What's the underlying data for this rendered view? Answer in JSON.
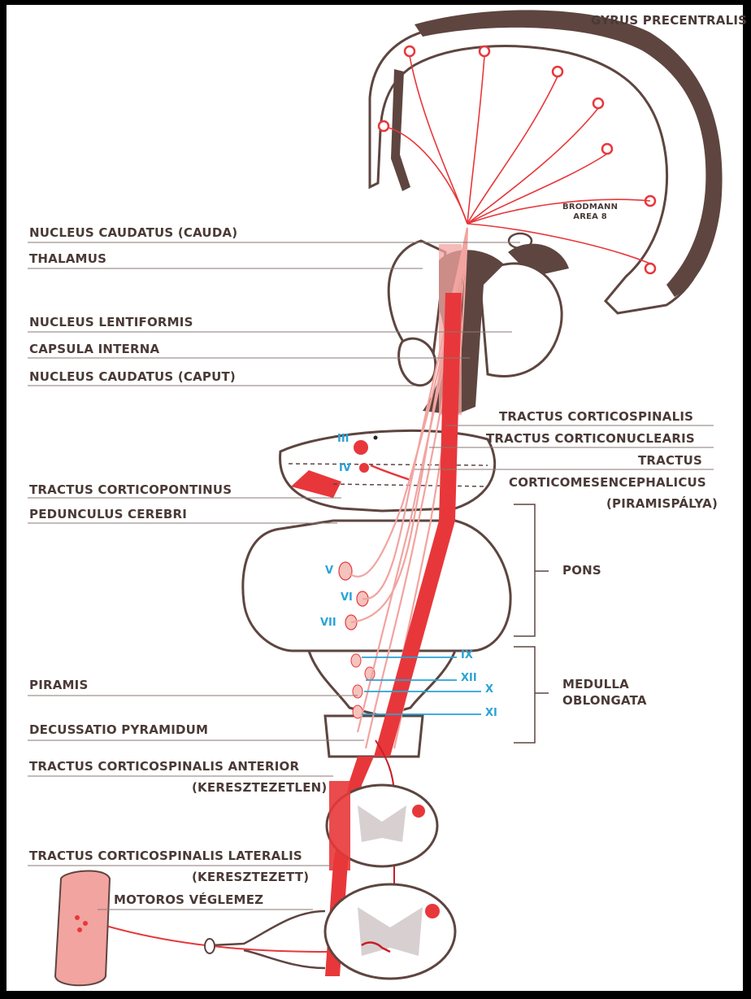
{
  "labels": {
    "gyrus": "GYRUS PRECENTRALIS",
    "brodmann_1": "BRODMANN",
    "brodmann_2": "AREA 8",
    "nucleus_caudatus_cauda": "NUCLEUS CAUDATUS (CAUDA)",
    "thalamus": "THALAMUS",
    "nucleus_lentiformis": "NUCLEUS LENTIFORMIS",
    "capsula_interna": "CAPSULA INTERNA",
    "nucleus_caudatus_caput": "NUCLEUS CAUDATUS (CAPUT)",
    "tractus_corticospinalis": "TRACTUS CORTICOSPINALIS",
    "tractus_corticonuclearis": "TRACTUS CORTICONUCLEARIS",
    "tractus": "TRACTUS",
    "corticomesencephalicus": "CORTICOMESENCEPHALICUS",
    "piramispalya": "(PIRAMISPÁLYA)",
    "tractus_corticopontinus": "TRACTUS CORTICOPONTINUS",
    "pedunculus_cerebri": "PEDUNCULUS CEREBRI",
    "pons": "PONS",
    "medulla_1": "MEDULLA",
    "medulla_2": "OBLONGATA",
    "piramis": "PIRAMIS",
    "decussatio_pyramidum": "DECUSSATIO PYRAMIDUM",
    "tcs_anterior": "TRACTUS CORTICOSPINALIS ANTERIOR",
    "keresztezetlen": "(KERESZTEZETLEN)",
    "tcs_lateralis": "TRACTUS CORTICOSPINALIS LATERALIS",
    "keresztezett": "(KERESZTEZETT)",
    "motoros_veglemez": "MOTOROS VÉGLEMEZ"
  },
  "nerves": {
    "III": "III",
    "IV": "IV",
    "V": "V",
    "VI": "VI",
    "VII": "VII",
    "IX": "IX",
    "XII": "XII",
    "X": "X",
    "XI": "XI"
  },
  "colors": {
    "outline": "#5e4540",
    "red": "#e8373a",
    "pink": "#f2a4a0",
    "blue": "#2aa3d6",
    "label": "#4a3a36"
  }
}
